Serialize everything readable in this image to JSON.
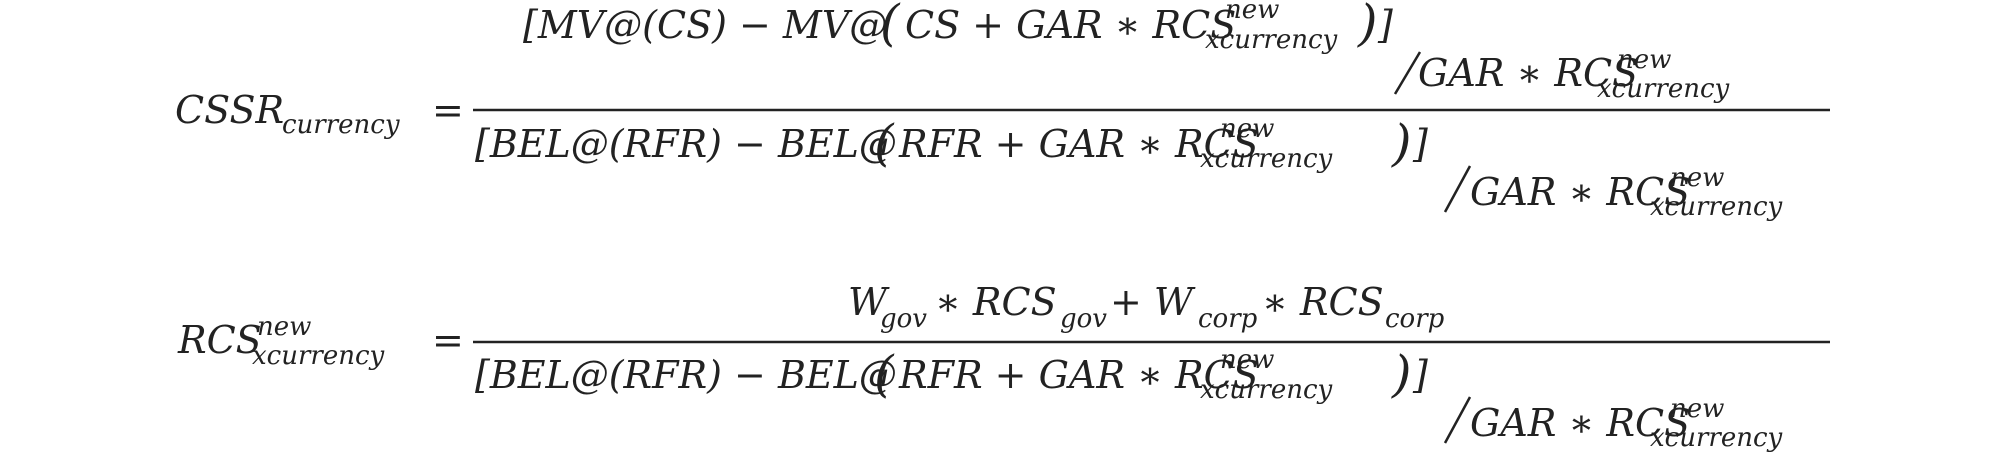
{
  "equation1": {
    "lhs": {
      "base": "CSSR",
      "sub": "currency"
    },
    "eq": "=",
    "numerator": {
      "part1": "[MV@(CS) − MV@",
      "paren_open": "(",
      "part2": "CS + GAR ∗ RCS",
      "sup": "new",
      "sub": "xcurrency",
      "paren_close": ")",
      "bracket_close": "]",
      "divisor": {
        "base": "GAR ∗ RCS",
        "sup": "new",
        "sub": "xcurrency"
      }
    },
    "denominator": {
      "part1": "[BEL@(RFR) − BEL@",
      "paren_open": "(",
      "part2": "RFR + GAR ∗ RCS",
      "sup": "new",
      "sub": "xcurrency",
      "paren_close": ")",
      "bracket_close": "]",
      "divisor": {
        "base": "GAR ∗ RCS",
        "sup": "new",
        "sub": "xcurrency"
      }
    }
  },
  "equation2": {
    "lhs": {
      "base": "RCS",
      "sup": "new",
      "sub": "xcurrency"
    },
    "eq": "=",
    "numerator": {
      "w1": "W",
      "w1_sub": "gov",
      "op1": " ∗ RCS",
      "rcs1_sub": "gov",
      "op2": " + W",
      "w2_sub": "corp",
      "op3": " ∗ RCS",
      "rcs2_sub": "corp"
    },
    "denominator": {
      "part1": "[BEL@(RFR) − BEL@",
      "paren_open": "(",
      "part2": "RFR + GAR ∗ RCS",
      "sup": "new",
      "sub": "xcurrency",
      "paren_close": ")",
      "bracket_close": "]",
      "divisor": {
        "base": "GAR ∗ RCS",
        "sup": "new",
        "sub": "xcurrency"
      }
    }
  }
}
